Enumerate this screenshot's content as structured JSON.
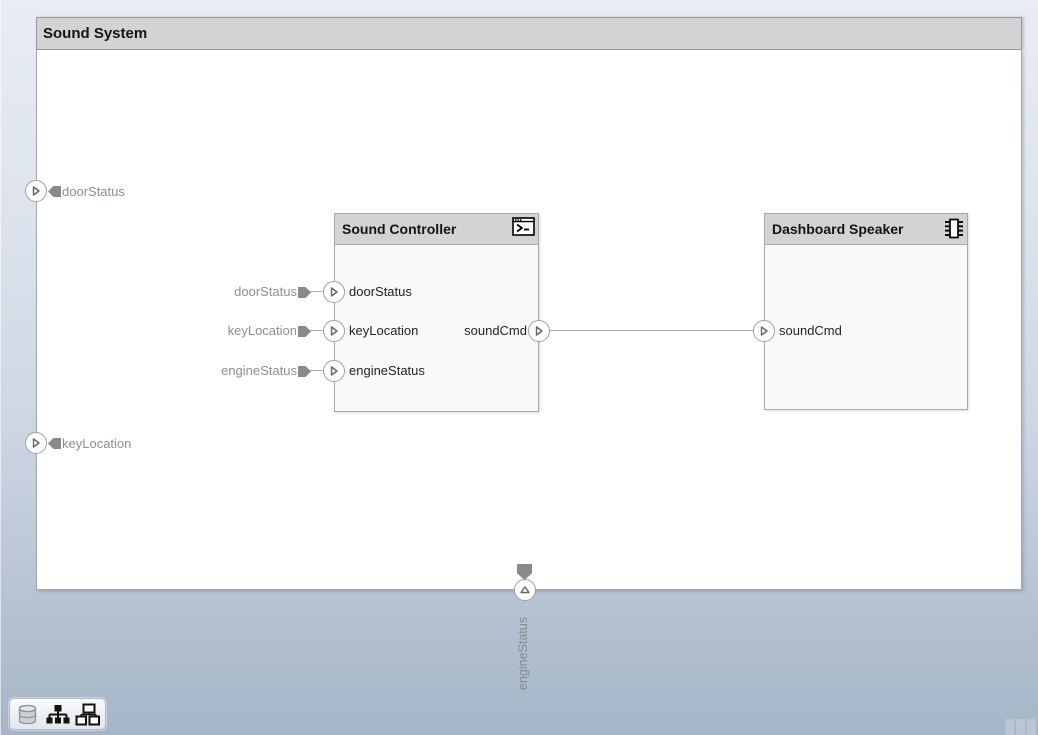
{
  "title": "Sound System",
  "boundary_ports": {
    "left": [
      {
        "label": "doorStatus"
      },
      {
        "label": "keyLocation"
      }
    ],
    "bottom": {
      "label": "engineStatus"
    }
  },
  "controller": {
    "title": "Sound Controller",
    "badge_icon": "terminal-window",
    "inputs": [
      {
        "label": "doorStatus"
      },
      {
        "label": "keyLocation"
      },
      {
        "label": "engineStatus"
      }
    ],
    "output": {
      "label": "soundCmd"
    }
  },
  "speaker": {
    "title": "Dashboard Speaker",
    "badge_icon": "ic-chip",
    "input": {
      "label": "soundCmd"
    }
  },
  "toolbar": {
    "icons": [
      {
        "name": "data-dictionary-icon"
      },
      {
        "name": "tree-view-icon"
      },
      {
        "name": "hierarchy-view-icon"
      }
    ]
  },
  "colors": {
    "background_top": "#e8edf4",
    "background_bottom": "#a6b5c9",
    "titlebar": "#d3d3d4",
    "canvas": "#ffffff",
    "block_header": "#d3d3d3",
    "block_body": "#f9f9f9",
    "block_border": "#a9a9a9",
    "port_label_gray": "#8a8f95",
    "port_label_dark": "#232323",
    "connector_gray": "#8a8a8a"
  }
}
